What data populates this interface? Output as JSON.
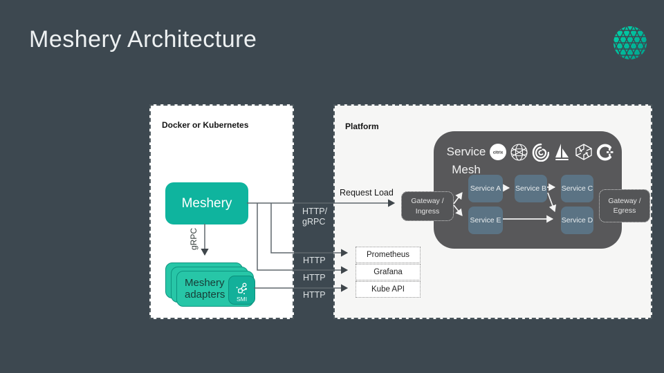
{
  "slide": {
    "title": "Meshery Architecture"
  },
  "colors": {
    "background": "#3d4850",
    "meshery_teal": "#0fb49e",
    "adapter_teal": "#27c6a7",
    "service_box": "#5b7384",
    "mesh_container": "#58585a",
    "panel_left": "#ffffff",
    "panel_right": "#f6f6f5"
  },
  "left_panel": {
    "label": "Docker or Kubernetes",
    "meshery_box_label": "Meshery",
    "grpc_arrow_label": "gRPC",
    "adapters_box_label": "Meshery adapters",
    "smi_badge_label": "SMI"
  },
  "connections": {
    "request_load_label": "Request Load",
    "http_grpc_line1": "HTTP/",
    "http_grpc_line2": "gRPC",
    "http_labels": [
      "HTTP",
      "HTTP",
      "HTTP"
    ]
  },
  "right_panel": {
    "label": "Platform",
    "service_mesh": {
      "title": "Service Mesh",
      "citrix_text": "citrix",
      "logos": [
        "citrix",
        "mesh-sphere",
        "swirl",
        "istio-sailboat",
        "mesh-maze",
        "c-crosshair"
      ],
      "services": [
        {
          "label": "Service A"
        },
        {
          "label": "Service B"
        },
        {
          "label": "Service C"
        },
        {
          "label": "Service E"
        },
        {
          "label": "Service D"
        }
      ]
    },
    "gateway_ingress_label": "Gateway / Ingress",
    "gateway_egress_label": "Gateway / Egress",
    "monitoring": [
      {
        "label": "Prometheus"
      },
      {
        "label": "Grafana"
      },
      {
        "label": "Kube API"
      }
    ]
  }
}
